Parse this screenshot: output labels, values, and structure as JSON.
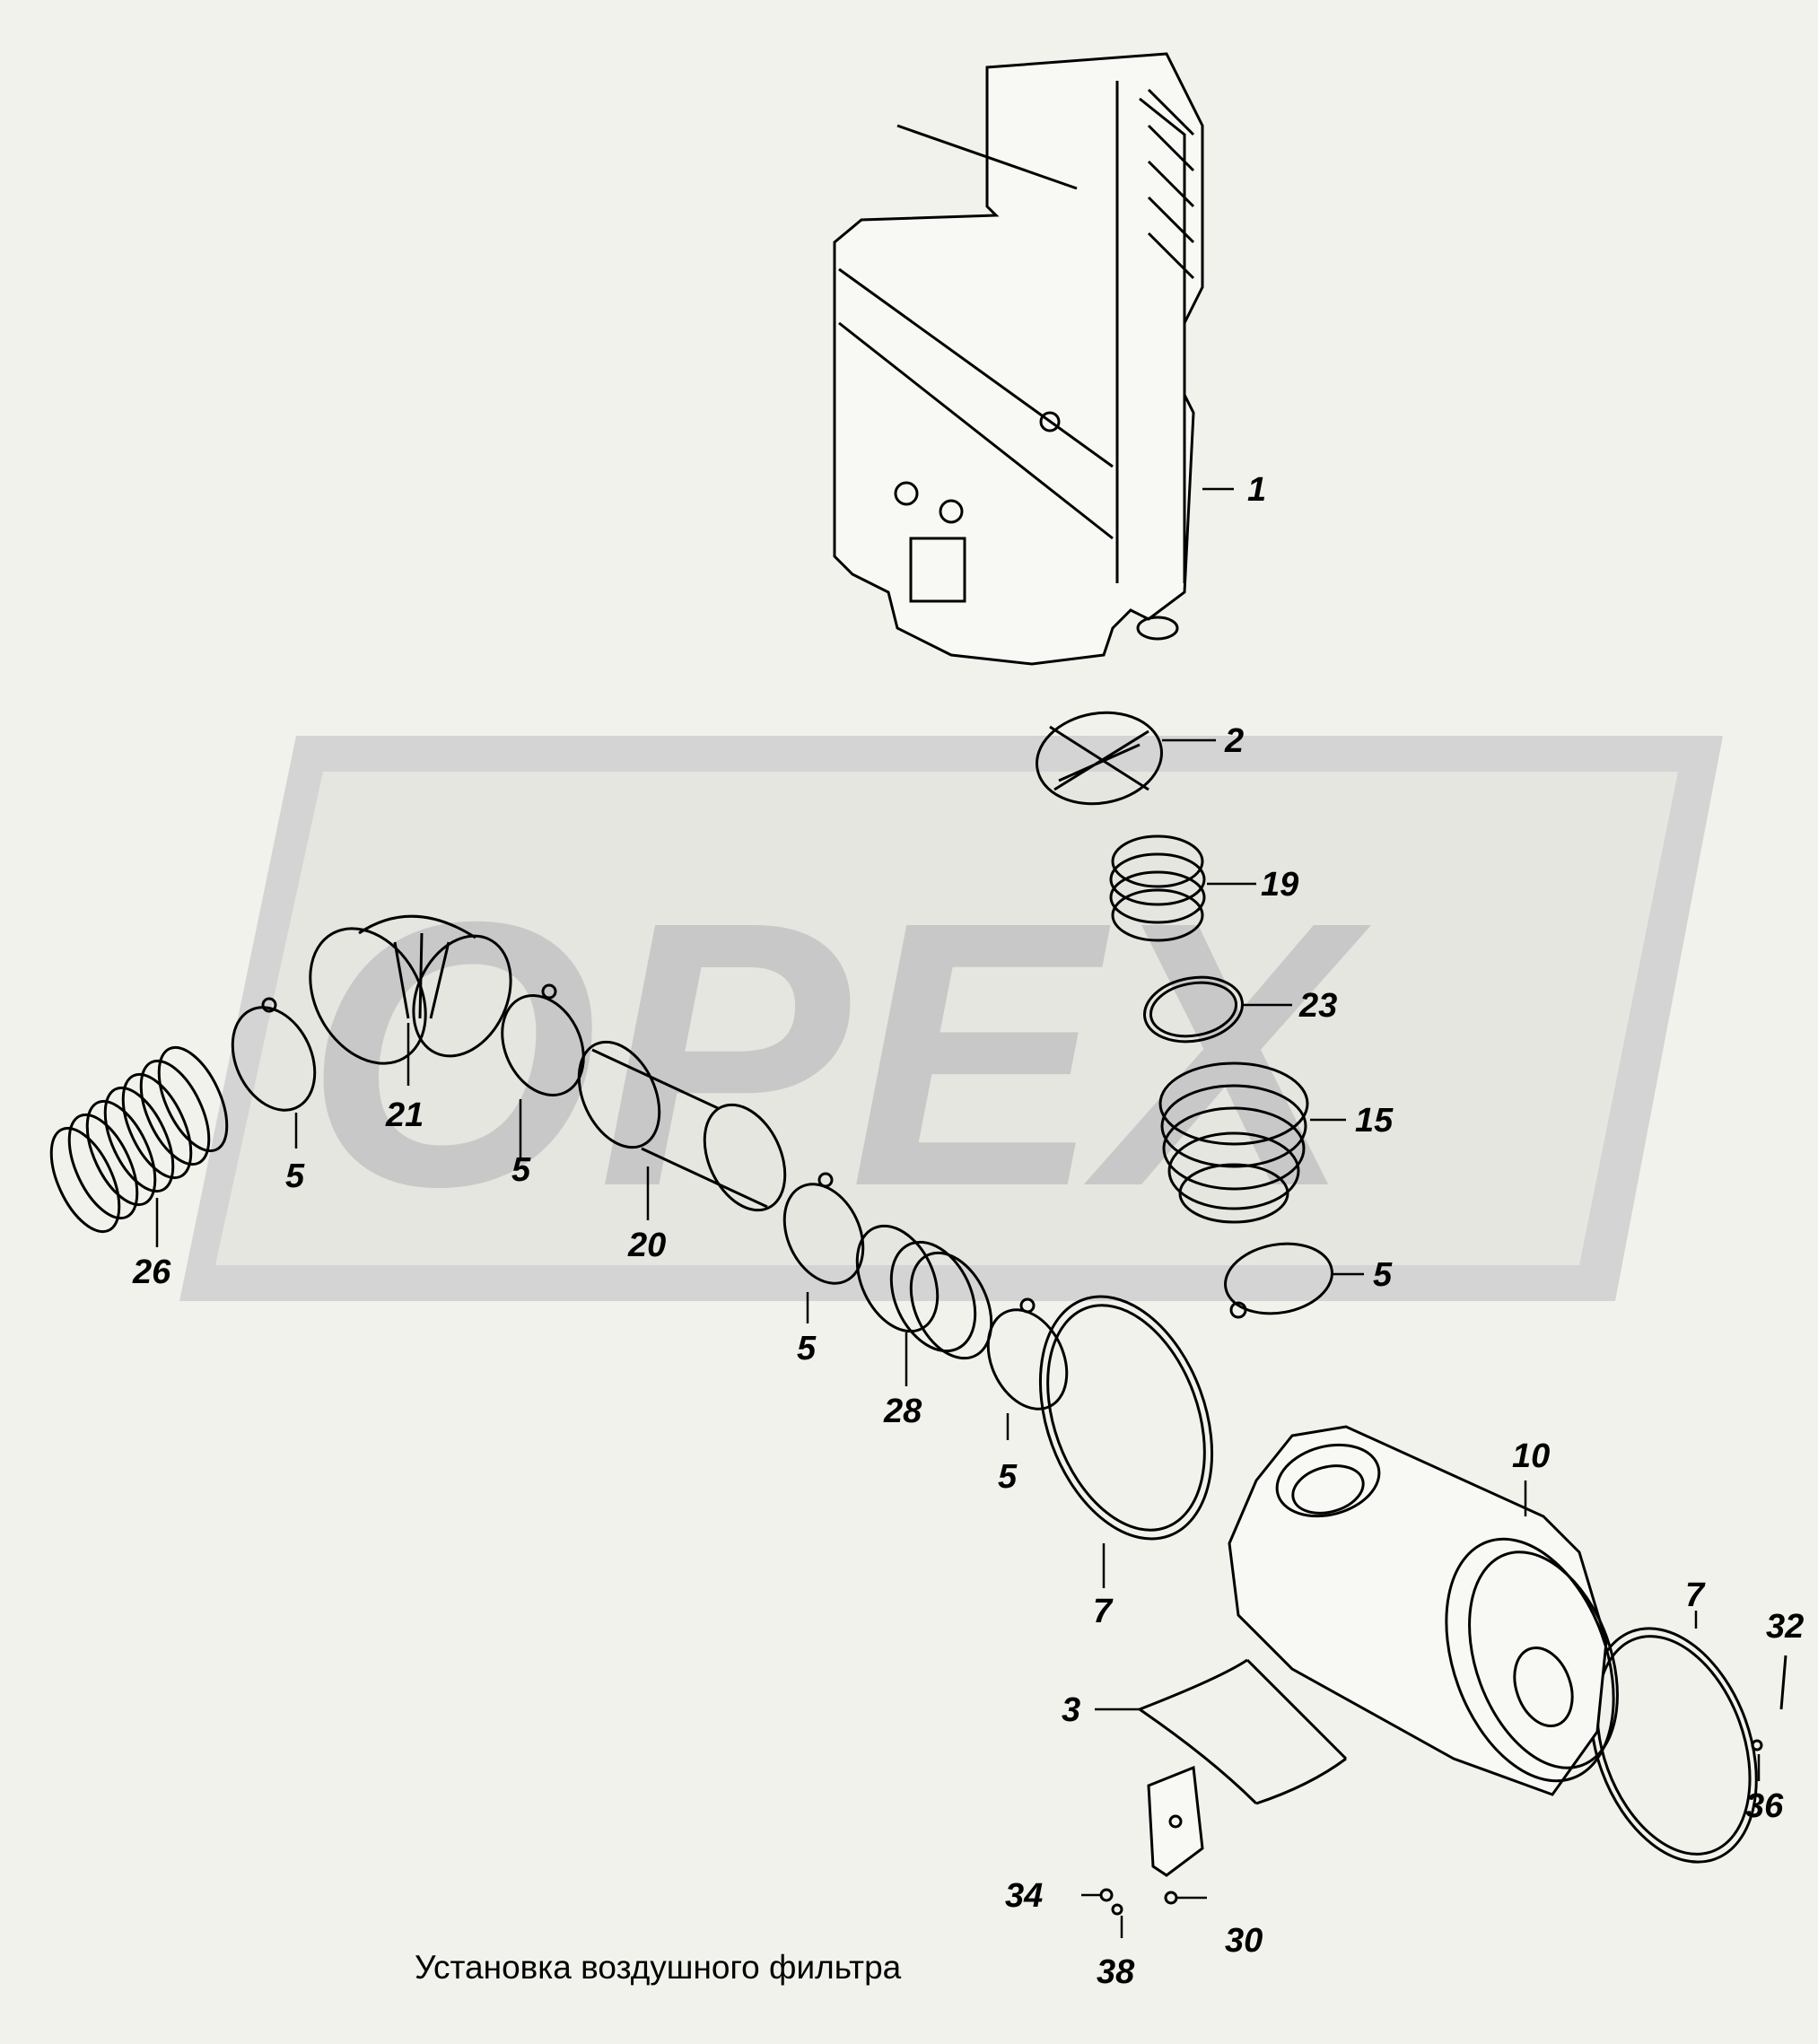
{
  "caption": "Установка воздушного фильтра",
  "watermark": {
    "text": "OPEX",
    "color": "#c8c8c8"
  },
  "colors": {
    "background": "#f2f2ec",
    "line": "#000000"
  },
  "callouts": {
    "c1": "1",
    "c2": "2",
    "c19": "19",
    "c23": "23",
    "c15": "15",
    "c5a": "5",
    "c5b": "5",
    "c5c": "5",
    "c5d": "5",
    "c5e": "5",
    "c21": "21",
    "c26": "26",
    "c20": "20",
    "c28": "28",
    "c7a": "7",
    "c7b": "7",
    "c10": "10",
    "c3": "3",
    "c32": "32",
    "c36": "36",
    "c34": "34",
    "c30": "30",
    "c38": "38"
  }
}
